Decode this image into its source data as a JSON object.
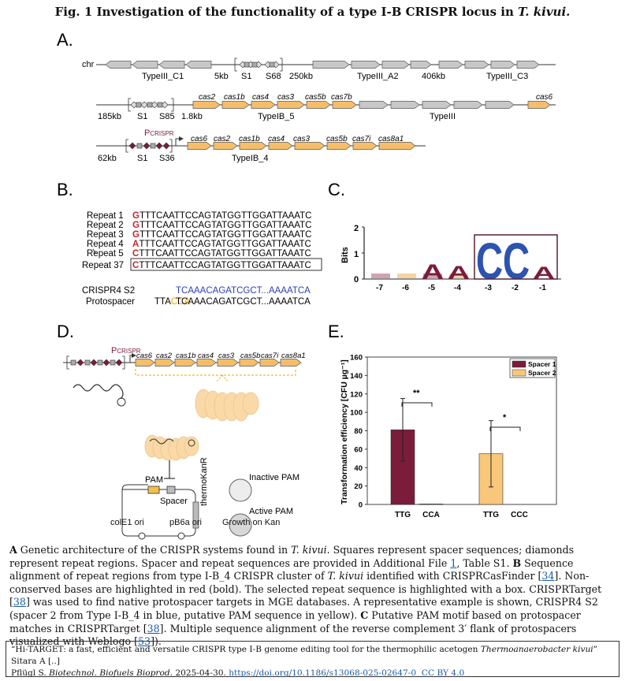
{
  "figure_title": {
    "prefix": "Fig. 1 Investigation of the functionality of a type I-B CRISPR locus in ",
    "italic": "T. kivui."
  },
  "panel_labels": {
    "a": "A.",
    "b": "B.",
    "c": "C.",
    "d": "D.",
    "e": "E."
  },
  "panelA": {
    "row1": {
      "chr": "chr",
      "labels": [
        "TypeIII_C1",
        "5kb",
        "S1",
        "S68",
        "250kb",
        "TypeIII_A2",
        "406kb",
        "TypeIII_C3"
      ]
    },
    "row2": {
      "genes": [
        "cas2",
        "cas1b",
        "cas4",
        "cas3",
        "cas5b",
        "cas7b",
        "cas6"
      ],
      "labels": [
        "185kb",
        "S1",
        "S85",
        "1.8kb",
        "TypeIB_5",
        "TypeIII"
      ]
    },
    "row3": {
      "promoter": "P",
      "promoter_sub": "CRISPR",
      "genes": [
        "cas6",
        "cas2",
        "cas1b",
        "cas4",
        "cas3",
        "cas5b",
        "cas7i",
        "cas8a1"
      ],
      "labels": [
        "62kb",
        "S1",
        "S36",
        "TypeIB_4"
      ]
    }
  },
  "panelB": {
    "repeats": [
      {
        "name": "Repeat 1",
        "first": "G",
        "rest": "TTTCAATTCCAGTATGGTTGGATTAAATC"
      },
      {
        "name": "Repeat 2",
        "first": "G",
        "rest": "TTTCAATTCCAGTATGGTTGGATTAAATC"
      },
      {
        "name": "Repeat 3",
        "first": "G",
        "rest": "TTTCAATTCCAGTATGGTTGGATTAAATC"
      },
      {
        "name": "Repeat 4",
        "first": "A",
        "rest": "TTTCAATTCCAGTATGGTTGGATTAAATC"
      },
      {
        "name": "Repeat 5",
        "first": "C",
        "rest": "TTTCAATTCCAGTATGGTTGGATTAAATC"
      },
      {
        "name": "Repeat 37",
        "first": "C",
        "rest": "TTTCAATTCCAGTATGGTTGGATTAAATC"
      }
    ],
    "spacer_label": "CRISPR4 S2",
    "spacer_seq": "TCAAACAGATCGCT...AAAATCA",
    "proto_label": "Protospacer",
    "proto_prefix": "TTA",
    "proto_pam": "CCA",
    "proto_seq": "TCAAACAGATCGCT...AAAATCA",
    "colors": {
      "red": "#c0282d",
      "blue": "#2d3fb0",
      "pam": "#f0a500"
    }
  },
  "panelC": {
    "ylabel": "Bits",
    "yticks": [
      "2",
      "1",
      "0"
    ],
    "positions": [
      "-7",
      "-6",
      "-5",
      "-4",
      "-3",
      "-2",
      "-1"
    ],
    "letters": [
      {
        "pos": "-5",
        "letter": "A",
        "bits": 0.6,
        "color": "#7b1c3a"
      },
      {
        "pos": "-4",
        "letter": "A",
        "bits": 0.55,
        "color": "#7b1c3a"
      },
      {
        "pos": "-3",
        "letter": "C",
        "bits": 1.5,
        "color": "#2c53b0"
      },
      {
        "pos": "-2",
        "letter": "C",
        "bits": 1.5,
        "color": "#2c53b0"
      },
      {
        "pos": "-1",
        "letter": "A",
        "bits": 0.5,
        "color": "#7b1c3a"
      }
    ]
  },
  "panelD": {
    "promoter": "P",
    "promoter_sub": "CRISPR",
    "genes": [
      "cas6",
      "cas2",
      "cas1b",
      "cas4",
      "cas3",
      "cas5b",
      "cas7i",
      "cas8a1"
    ],
    "pam": "PAM",
    "spacer": "Spacer",
    "marker": "thermoKanR",
    "ori1": "colE1 ori",
    "ori2": "pB6a ori",
    "inactive": "Inactive PAM",
    "active": "Active PAM",
    "growth": "Growth on Kan"
  },
  "chart_data": {
    "type": "bar",
    "ylabel": "Transformation efficiency [CFU µg⁻¹]",
    "ylim": [
      0,
      160
    ],
    "yticks": [
      0,
      20,
      40,
      60,
      80,
      100,
      120,
      140,
      160
    ],
    "categories": [
      "TTG",
      "CCA",
      "TTG",
      "CCC"
    ],
    "series": [
      {
        "name": "Spacer 1",
        "color": "#7b1c3a",
        "values": [
          81,
          0.5
        ],
        "err": [
          34,
          0
        ],
        "cats": [
          "TTG",
          "CCA"
        ]
      },
      {
        "name": "Spacer 2",
        "color": "#f9c77a",
        "values": [
          55,
          0
        ],
        "err": [
          36,
          0
        ],
        "cats": [
          "TTG",
          "CCC"
        ]
      }
    ],
    "significance": [
      "**",
      "*"
    ],
    "legend_position": "top-right"
  },
  "caption": {
    "a_label": "A",
    "a_text": " Genetic architecture of the CRISPR systems found in ",
    "a_italic": "T. kivui",
    "a_text2": ". Squares represent spacer sequences; diamonds represent repeat regions. Spacer and repeat sequences are provided in Additional File ",
    "file_ref": "1",
    "a_text3": ", Table S1. ",
    "b_label": "B",
    "b_text": " Sequence alignment of repeat regions from type I-B_4 CRISPR cluster of ",
    "b_italic": "T. kivui",
    "b_text2": " identified with CRISPRCasFinder [",
    "ref34": "34",
    "b_text3": "]. Non-conserved bases are highlighted in red (bold). The selected repeat sequence is highlighted with a box. CRISPRTarget [",
    "ref38a": "38",
    "b_text4": "] was used to find native protospacer targets in MGE databases. A representative example is shown, CRISPR4 S2 (spacer 2 from Type I-B_4 in blue, putative PAM sequence in yellow). ",
    "c_label": "C",
    "c_text": " Putative PAM motif based on protospacer matches in CRISPRTarget [",
    "ref38b": "38",
    "c_text2": "]. Multiple sequence alignment of the reverse complement 3′ flank of protospacers visualized with Weblogo [",
    "ref53": "53",
    "c_text3": "])."
  },
  "citation": {
    "quote": "“Hi-TARGET: a fast, efficient and versatile CRISPR type I-B genome editing tool for the thermophilic acetogen ",
    "quote_italic": "Thermoanaerobacter kivui",
    "quote_end": "” Sitara A [..]",
    "authors": "Pflügl S. ",
    "journal": "Biotechnol. Biofuels Bioprod",
    "date": ". 2025-04-30. ",
    "doi": "https://doi.org/10.1186/s13068-025-02647-0",
    "license": "CC BY 4.0"
  }
}
